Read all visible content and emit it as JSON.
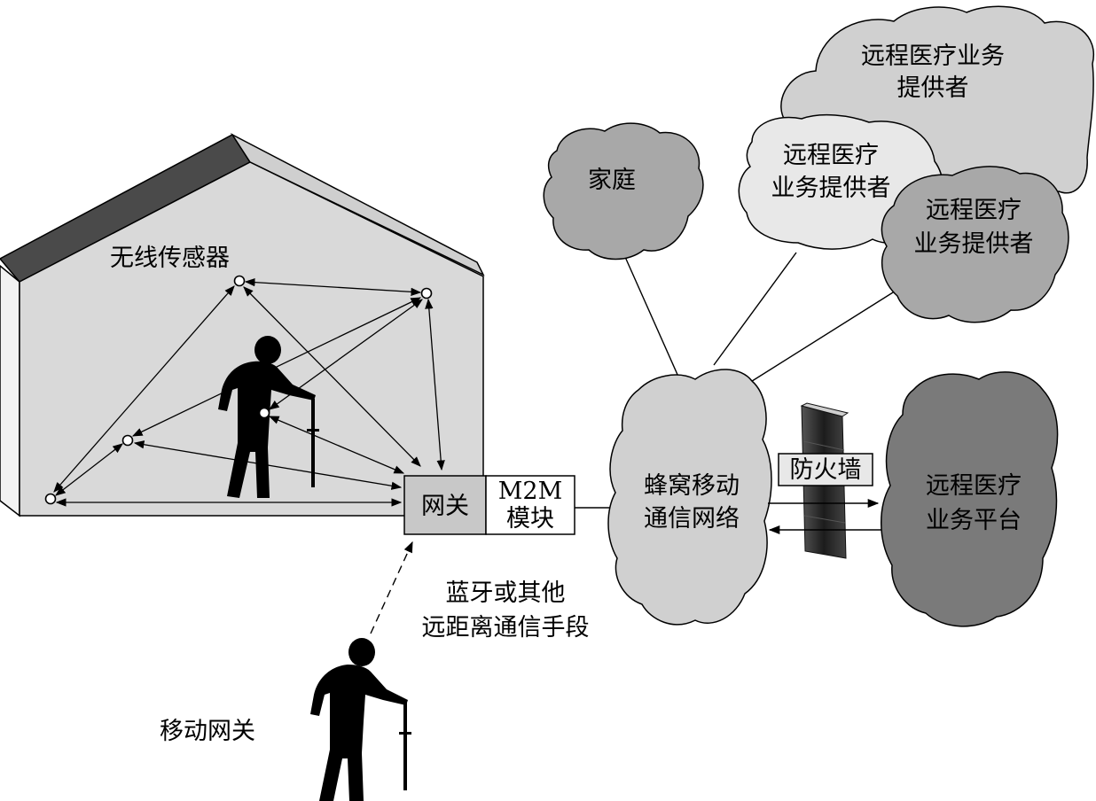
{
  "colors": {
    "background": "#ffffff",
    "house_wall": "#d9d9d9",
    "roof_dark": "#4a4a4a",
    "roof_light": "#cfcfcf",
    "cloud_light": "#e8e8e8",
    "cloud_mid": "#d0d0d0",
    "cloud_dark": "#a8a8a8",
    "cloud_darkest": "#7a7a7a",
    "gateway_fill": "#c8c8c8",
    "firewall": "#2a2a2a",
    "silhouette": "#000000"
  },
  "house": {
    "sensor_label": "无线传感器"
  },
  "gateway": {
    "label": "网关",
    "m2m_line1": "M2M",
    "m2m_line2": "模块"
  },
  "bluetooth": {
    "line1": "蓝牙或其他",
    "line2": "远距离通信手段"
  },
  "mobile_gateway": {
    "label": "移动网关"
  },
  "cellular": {
    "line1": "蜂窝移动",
    "line2": "通信网络"
  },
  "firewall": {
    "label": "防火墙"
  },
  "home_cloud": {
    "label": "家庭"
  },
  "provider_top": {
    "line1": "远程医疗业务",
    "line2": "提供者"
  },
  "provider_mid": {
    "line1": "远程医疗",
    "line2": "业务提供者"
  },
  "provider_right": {
    "line1": "远程医疗",
    "line2": "业务提供者"
  },
  "platform": {
    "line1": "远程医疗",
    "line2": "业务平台"
  }
}
